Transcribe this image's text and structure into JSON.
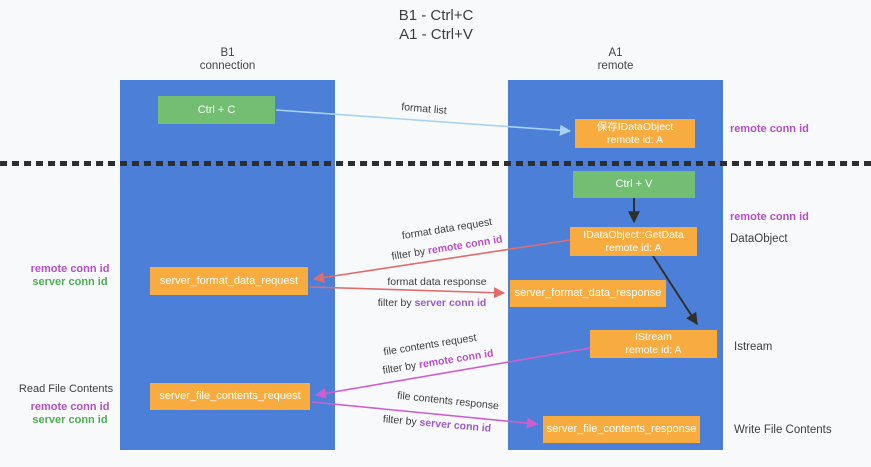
{
  "title": {
    "line1": "B1 - Ctrl+C",
    "line2": "A1 - Ctrl+V"
  },
  "columns": {
    "left": {
      "name": "B1",
      "role": "connection"
    },
    "right": {
      "name": "A1",
      "role": "remote"
    }
  },
  "nodes": {
    "ctrl_c": {
      "label": "Ctrl + C"
    },
    "ctrl_v": {
      "label": "Ctrl + V"
    },
    "save_idataobject": {
      "line1": "保存IDataObject",
      "line2": "remote id: A"
    },
    "getdata": {
      "line1": "IDataObject::GetData",
      "line2": "remote id: A"
    },
    "istream": {
      "line1": "IStream",
      "line2": "remote id: A"
    },
    "server_format_data_request": {
      "label": "server_format_data_request"
    },
    "server_format_data_response": {
      "label": "server_format_data_response"
    },
    "server_file_contents_request": {
      "label": "server_file_contents_request"
    },
    "server_file_contents_response": {
      "label": "server_file_contents_response"
    }
  },
  "edges": {
    "format_list": "format list",
    "format_data_request": "format data request",
    "format_data_request_filter": {
      "prefix": "filter by ",
      "value": "remote conn id"
    },
    "format_data_response": "format data response",
    "format_data_response_filter": {
      "prefix": "filter by ",
      "value": "server conn id"
    },
    "file_contents_request": "file contents request",
    "file_contents_request_filter": {
      "prefix": "filter by ",
      "value": "remote conn id"
    },
    "file_contents_response": "file contents response",
    "file_contents_response_filter": {
      "prefix": "filter by ",
      "value": "server conn id"
    }
  },
  "annotations": {
    "right_remote_conn_id_top": "remote conn id",
    "right_remote_conn_id_mid": "remote conn id",
    "dataobject": "DataObject",
    "istream": "Istream",
    "write_file_contents": "Write File Contents",
    "left_top": {
      "remote": "remote conn id",
      "server": "server conn id"
    },
    "read_file_contents": "Read File Contents",
    "left_bottom": {
      "remote": "remote conn id",
      "server": "server conn id"
    }
  },
  "colors": {
    "column_blue": "#4C80D8",
    "box_orange": "#F8AC40",
    "box_green": "#72BF73",
    "arrow_light_blue": "#A8D2F2",
    "arrow_red": "#E06C6C",
    "arrow_magenta": "#CE5ECE",
    "arrow_black": "#2F2F2F",
    "remote_conn_id_text": "#B44FC8",
    "server_conn_id_green": "#4CAF50",
    "server_conn_id_purple": "#9B59D0"
  }
}
